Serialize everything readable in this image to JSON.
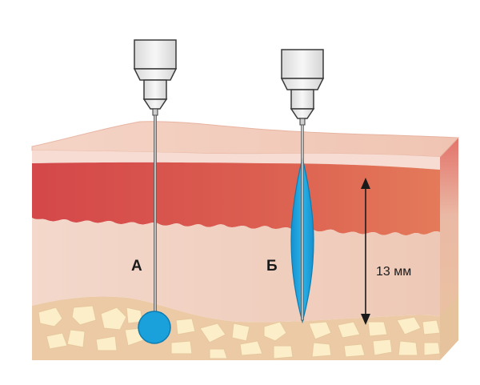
{
  "labels": {
    "needle_a": "А",
    "needle_b": "Б",
    "depth": "13 мм"
  },
  "colors": {
    "background": "#ffffff",
    "skin_top": "#f2c8b8",
    "dermis": "#d9574e",
    "subcutis": "#f0cfc0",
    "fat_base": "#efcfae",
    "fat_cell": "#fbecc4",
    "injection": "#1ca2dc",
    "needle_hub": "#e8e8e8",
    "outline": "#3a3a3a"
  },
  "icons": {
    "needle_a": "syringe-needle-icon",
    "needle_b": "syringe-needle-icon"
  }
}
